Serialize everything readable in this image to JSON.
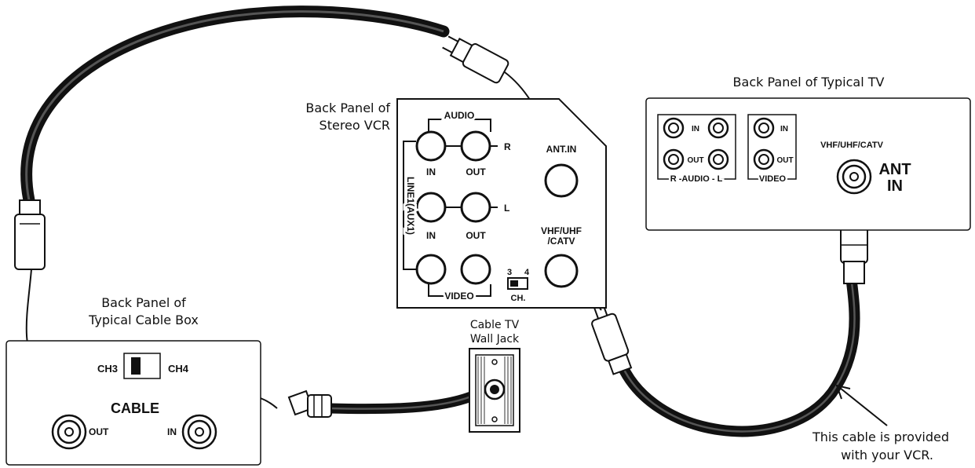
{
  "vcr": {
    "caption_line1": "Back Panel of",
    "caption_line2": "Stereo VCR",
    "audio": "AUDIO",
    "line1": "LINE1(AUX1)",
    "in1": "IN",
    "out1": "OUT",
    "r": "R",
    "l": "L",
    "in2": "IN",
    "out2": "OUT",
    "video": "VIDEO",
    "ant_in": "ANT.IN",
    "vhf_line1": "VHF/UHF",
    "vhf_line2": "/CATV",
    "ch3": "3",
    "ch4": "4",
    "ch": "CH."
  },
  "tv": {
    "caption": "Back Panel of Typical TV",
    "in_a": "IN",
    "out_a": "OUT",
    "audio_label": "R -AUDIO - L",
    "in_v": "IN",
    "out_v": "OUT",
    "video_label": "VIDEO",
    "vhf": "VHF/UHF/CATV",
    "ant1": "ANT",
    "ant2": "IN"
  },
  "cable_box": {
    "caption_line1": "Back Panel of",
    "caption_line2": "Typical Cable Box",
    "ch3": "CH3",
    "ch4": "CH4",
    "cable": "CABLE",
    "out": "OUT",
    "in": "IN"
  },
  "wall_jack": {
    "line1": "Cable TV",
    "line2": "Wall Jack"
  },
  "note": {
    "line1": "This cable is provided",
    "line2": "with your VCR."
  }
}
